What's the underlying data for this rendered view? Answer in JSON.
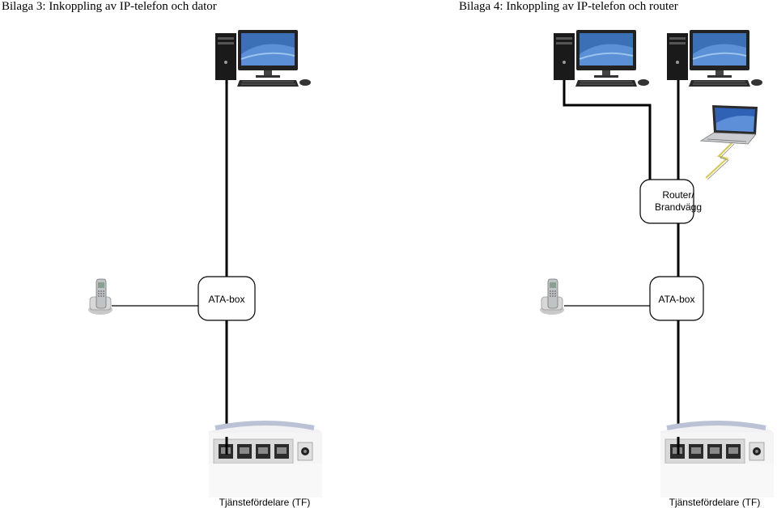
{
  "left_panel": {
    "title": "Bilaga 3: Inkoppling av IP-telefon och dator",
    "ata_label": "ATA-box",
    "tf_label": "Tjänstefördelare (TF)"
  },
  "right_panel": {
    "title": "Bilaga 4: Inkoppling av IP-telefon och router",
    "router_label_line1": "Router/",
    "router_label_line2": "Brandvägg",
    "ata_label": "ATA-box",
    "tf_label": "Tjänstefördelare (TF)"
  },
  "icons": {
    "computer": "desktop-computer-icon",
    "laptop": "laptop-icon",
    "phone": "cordless-phone-icon",
    "tf": "network-switch-icon"
  },
  "colors": {
    "cable": "#000000",
    "wifi": "#d8c84a",
    "box_stroke": "#000000"
  }
}
